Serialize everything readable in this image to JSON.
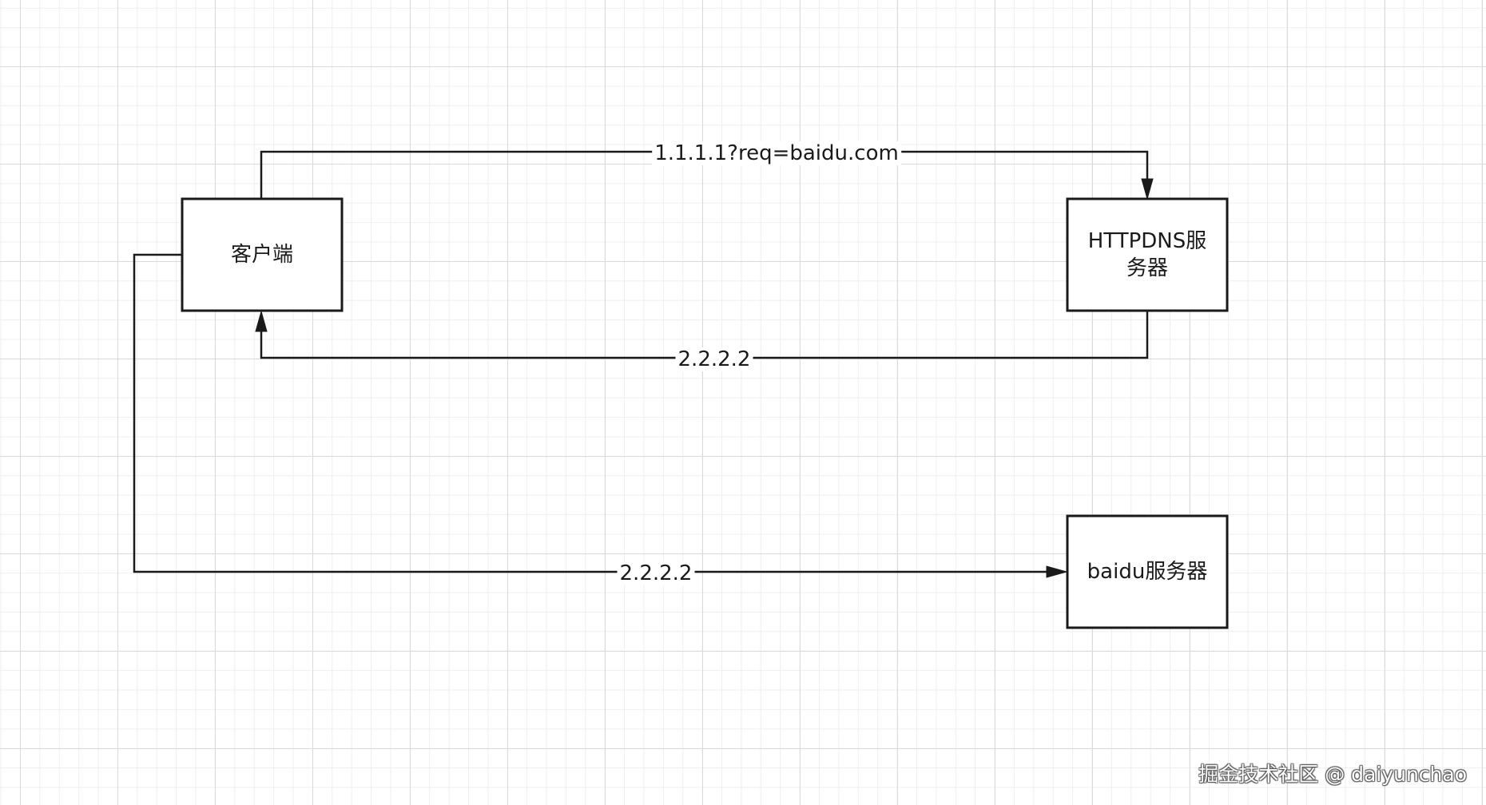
{
  "nodes": {
    "client": {
      "label": "客户端"
    },
    "httpdns_server": {
      "label": "HTTPDNS服\n务器"
    },
    "baidu_server": {
      "label": "baidu服务器"
    }
  },
  "edges": {
    "client_to_httpdns": {
      "label": "1.1.1.1?req=baidu.com"
    },
    "httpdns_to_client": {
      "label": "2.2.2.2"
    },
    "client_to_baidu": {
      "label": "2.2.2.2"
    }
  },
  "watermark": {
    "text": "掘金技术社区 @ daiyunchao"
  },
  "colors": {
    "stroke": "#1a1a1a",
    "node_fill": "#ffffff",
    "grid_major": "#dadada",
    "grid_minor": "#efefef"
  }
}
